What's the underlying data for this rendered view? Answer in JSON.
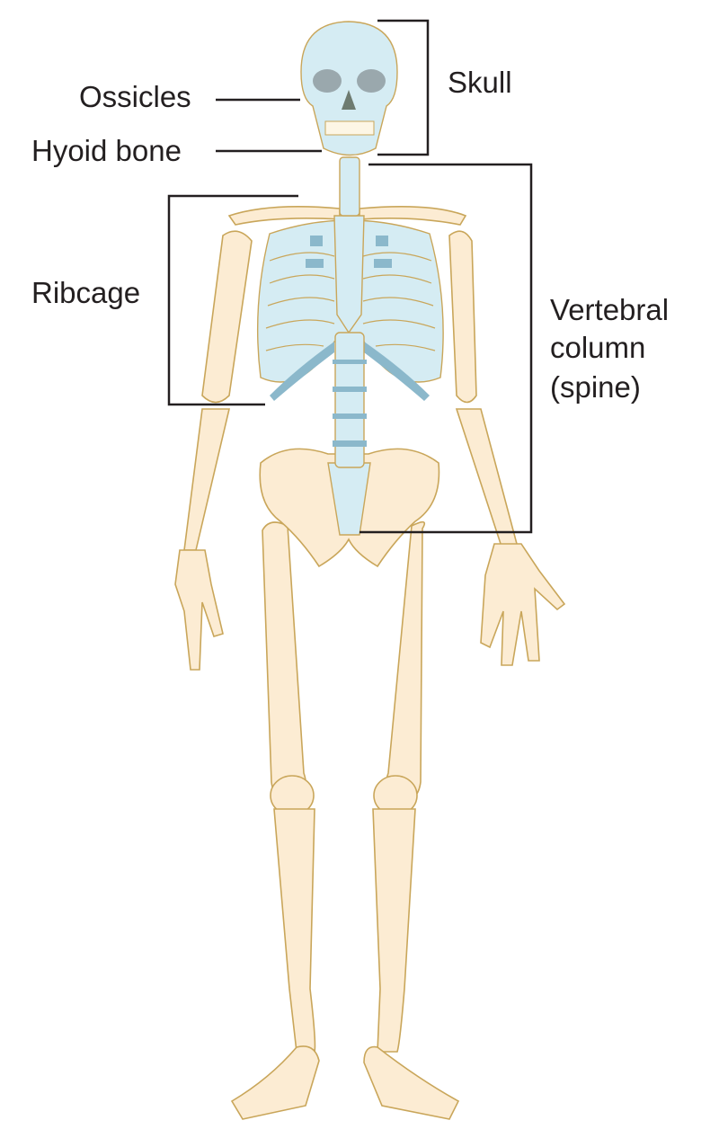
{
  "title": "Human skeleton",
  "labels": {
    "skull": "Skull",
    "ossicles": "Ossicles",
    "hyoid": "Hyoid bone",
    "ribcage": "Ribcage",
    "vertebral_1": "Vertebral",
    "vertebral_2": "column",
    "vertebral_3": "(spine)"
  },
  "colors": {
    "bone": "#fcecd3",
    "axial": "#d5ecf3",
    "cartilage": "#8bb8cb",
    "outline": "#c9a65a",
    "text": "#231f20"
  }
}
